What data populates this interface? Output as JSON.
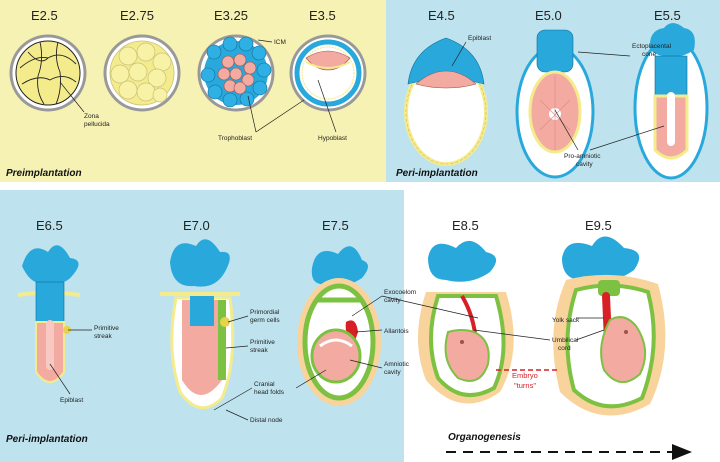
{
  "stages": {
    "e2_5": "E2.5",
    "e2_75": "E2.75",
    "e3_25": "E3.25",
    "e3_5": "E3.5",
    "e4_5": "E4.5",
    "e5_0": "E5.0",
    "e5_5": "E5.5",
    "e6_5": "E6.5",
    "e7_0": "E7.0",
    "e7_5": "E7.5",
    "e8_5": "E8.5",
    "e9_5": "E9.5"
  },
  "phases": {
    "preimplantation": "Preimplantation",
    "peri_top": "Peri-implantation",
    "peri_bottom": "Peri-implantation",
    "organogenesis": "Organogenesis"
  },
  "labels": {
    "zona_1": "Zona",
    "zona_2": "pellucida",
    "icm": "ICM",
    "trophoblast": "Trophoblast",
    "hypoblast": "Hypoblast",
    "epiblast_top": "Epiblast",
    "ectoplacental_1": "Ectoplacental",
    "ectoplacental_2": "cone",
    "proamniotic_1": "Pro-amniotic",
    "proamniotic_2": "cavity",
    "primitive_streak_1": "Primitive",
    "primitive_streak_2": "streak",
    "epiblast_bottom": "Epiblast",
    "primordial_1": "Primordial",
    "primordial_2": "germ cells",
    "primitive_streak2_1": "Primitive",
    "primitive_streak2_2": "streak",
    "cranial_1": "Cranial",
    "cranial_2": "head folds",
    "distal_node": "Distal node",
    "exocoelom_1": "Exocoelom",
    "exocoelom_2": "cavity",
    "allantois": "Allantois",
    "amniotic_1": "Amniotic",
    "amniotic_2": "cavity",
    "yolk_sack": "Yolk sack",
    "umbilical_1": "Umbilical",
    "umbilical_2": "cord",
    "embryo_1": "Embryo",
    "embryo_2": "\"turns\""
  },
  "colors": {
    "panel_yellow": "#f6f2b4",
    "panel_blue": "#bfe3ee",
    "trophoblast_blue": "#29a8dc",
    "cell_yellow": "#f4ec8c",
    "epiblast_pink": "#f3aaa0",
    "ring_grey": "#9a9a9a",
    "mesoderm_green": "#7dc142",
    "allantois_red": "#d81f26",
    "yolk_beige": "#f8d39c"
  }
}
